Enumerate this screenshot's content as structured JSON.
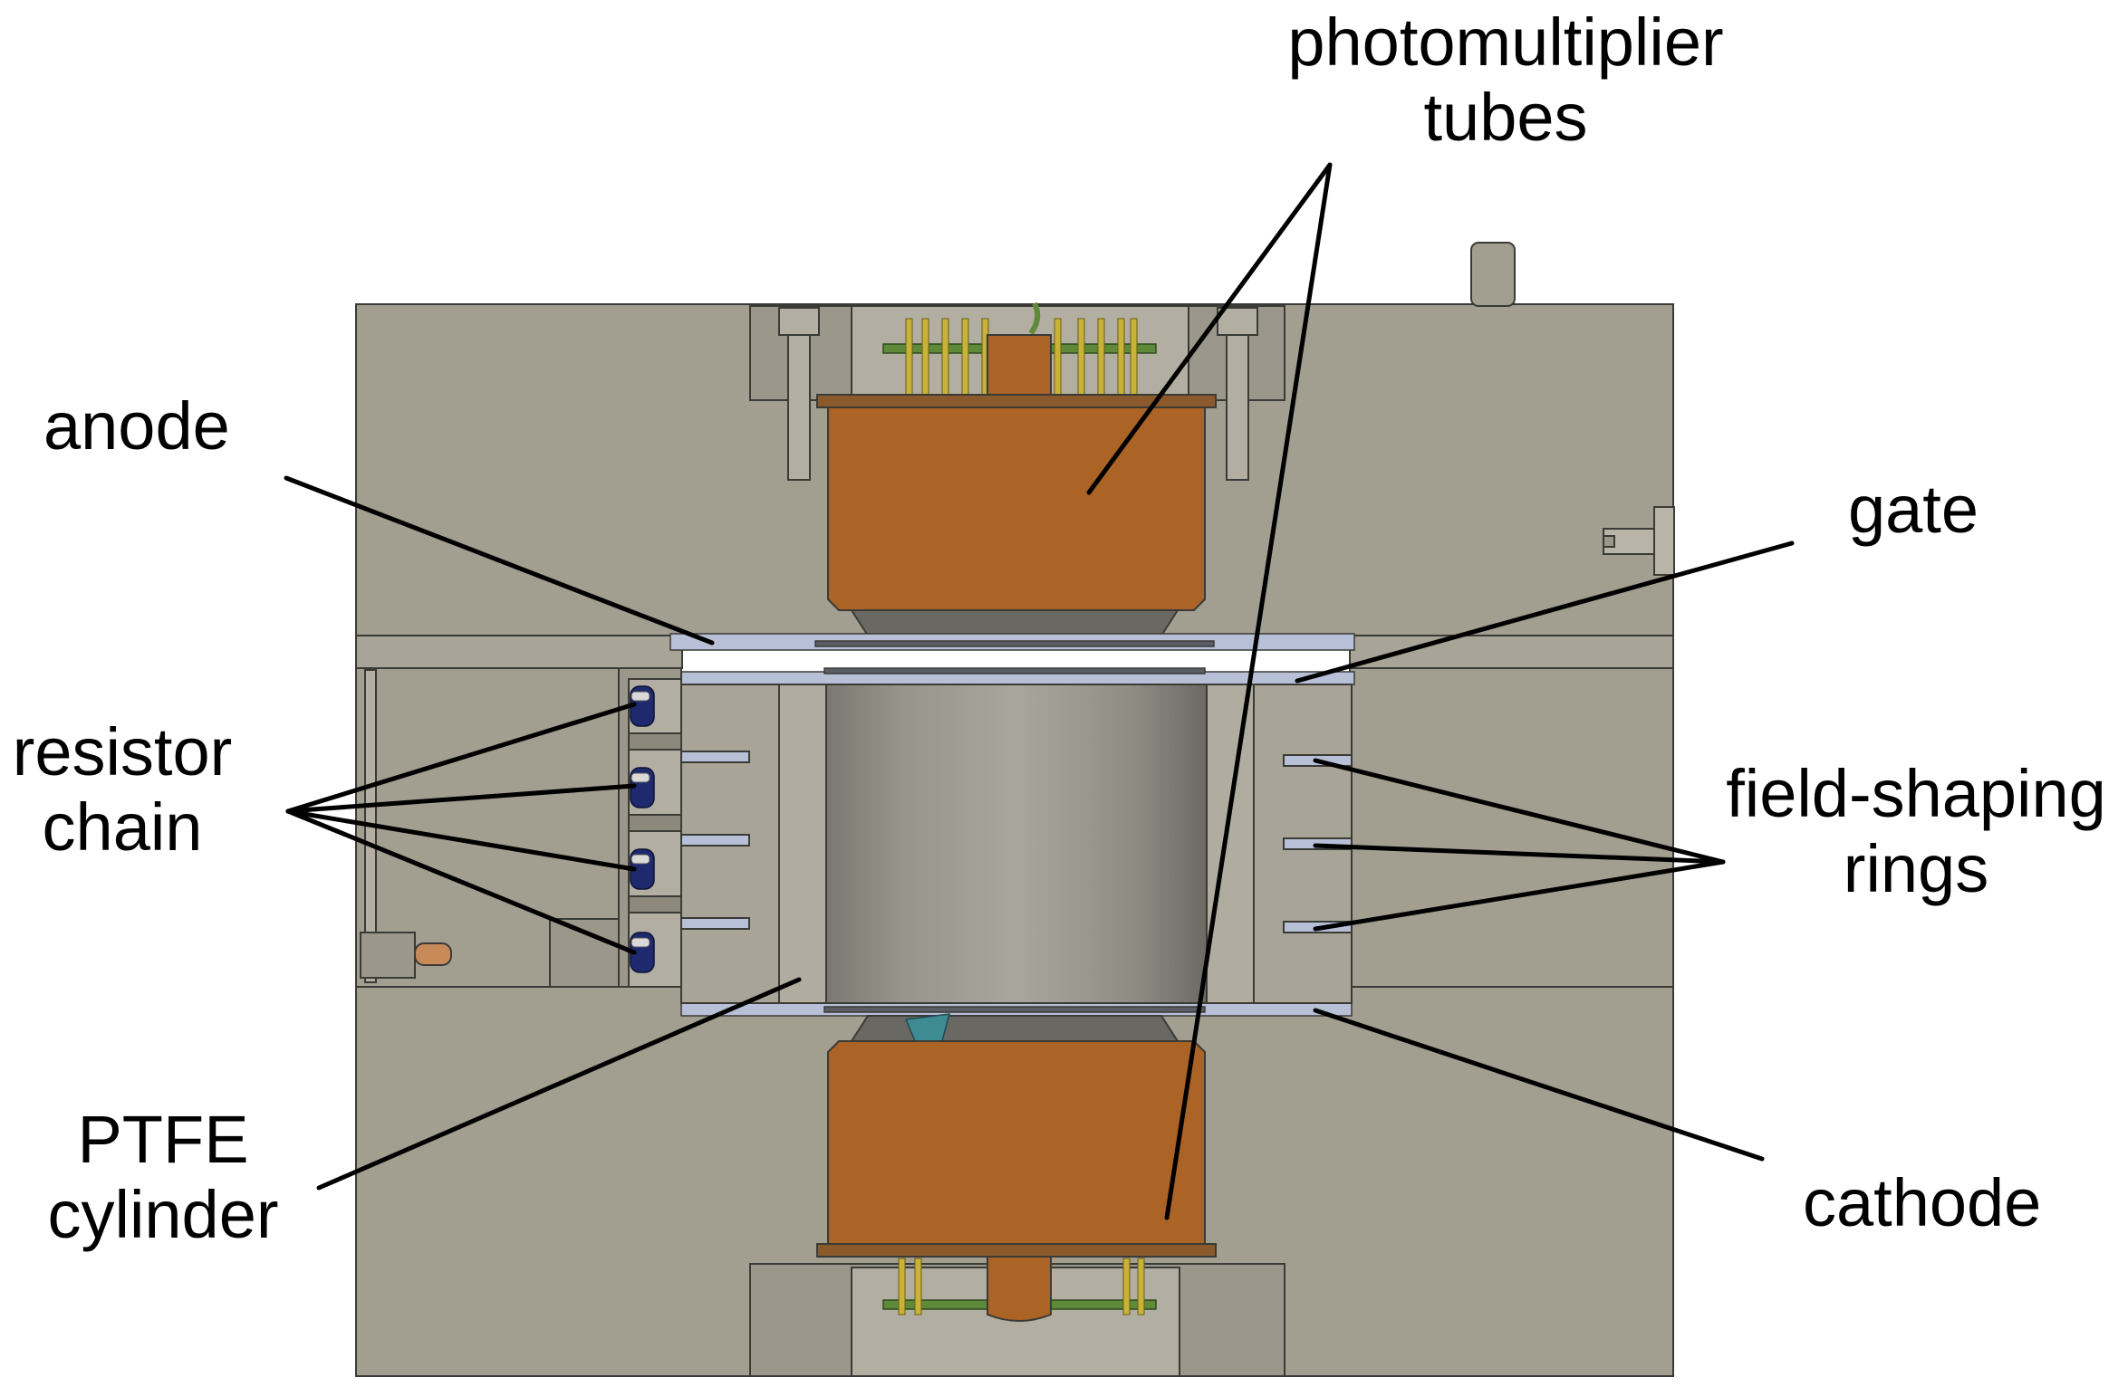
{
  "labels": {
    "photomultiplier": [
      "photomultiplier",
      "tubes"
    ],
    "anode": [
      "anode"
    ],
    "gate": [
      "gate"
    ],
    "resistor": [
      "resistor",
      "chain"
    ],
    "field": [
      "field-shaping",
      "rings"
    ],
    "ptfe": [
      "PTFE",
      "cylinder"
    ],
    "cathode": [
      "cathode"
    ]
  },
  "colors": {
    "steel": "#a29e90",
    "steel_dark": "#8c887b",
    "outline": "#3a3a36",
    "pmt": "#ab6326",
    "pcb": "#5f8a3a",
    "pin": "#c9b238",
    "grid": "#b8c0d8",
    "resistor": "#1f2a6e",
    "teal": "#3e8b93",
    "copper": "#c98a5a",
    "leader": "#000000"
  }
}
